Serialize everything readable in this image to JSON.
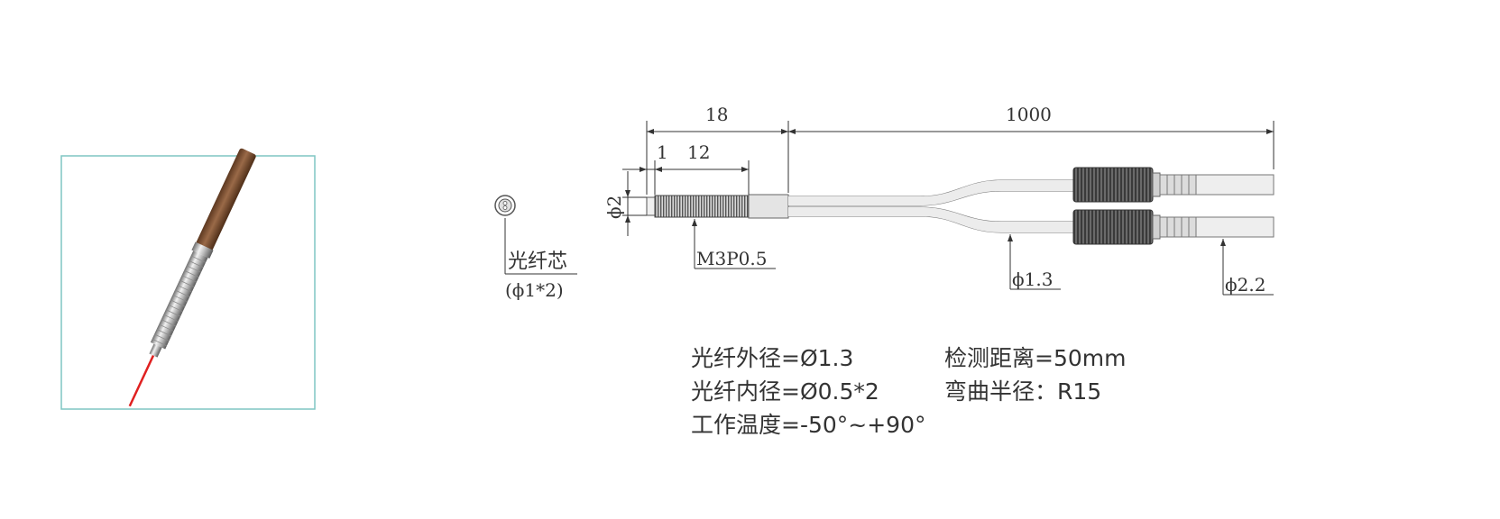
{
  "drawing": {
    "dimensions": {
      "overall_head": "18",
      "fiber_length": "1000",
      "tip": "1",
      "thread_length": "12",
      "head_diameter": "ϕ2"
    },
    "callouts": {
      "core_label": "光纤芯",
      "core_spec": "(ϕ1*2)",
      "thread": "M3P0.5",
      "fiber_diameter": "ϕ1.3",
      "connector_diameter": "ϕ2.2"
    }
  },
  "specs": {
    "outer_diameter": "光纤外径=Ø1.3",
    "inner_diameter": "光纤内径=Ø0.5*2",
    "temperature": "工作温度=-50°~+90°",
    "detect_distance": "检测距离=50mm",
    "bend_radius": "弯曲半径：R15"
  },
  "colors": {
    "frame_border": "#7fc6c3",
    "cable": "#8a5a3c",
    "laser": "#e02020",
    "ink": "#333333"
  }
}
